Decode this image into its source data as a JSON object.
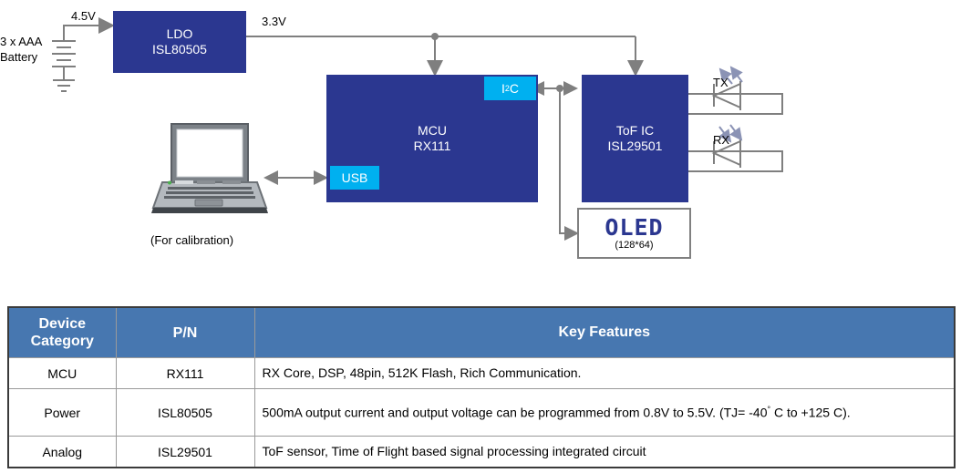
{
  "diagram": {
    "blocks": [
      {
        "id": "ldo",
        "line1": "LDO",
        "line2": "ISL80505"
      },
      {
        "id": "mcu",
        "line1": "MCU",
        "line2": "RX111"
      },
      {
        "id": "tof",
        "line1": "ToF IC",
        "line2": "ISL29501"
      }
    ],
    "badges": {
      "i2c_prefix": "I",
      "i2c_sup": "2",
      "i2c_suffix": "C",
      "usb": "USB"
    },
    "labels": {
      "v_in": "4.5V",
      "v_out": "3.3V",
      "battery": "3 x AAA Battery",
      "tx": "TX",
      "rx": "RX",
      "calibration": "(For calibration)"
    },
    "oled": {
      "text": "OLED",
      "resolution": "(128*64)"
    },
    "colors": {
      "block_blue": "#2b3790",
      "badge_cyan": "#00b0f0",
      "wire_gray": "#7f7f7f",
      "table_header_blue": "#4777b0"
    }
  },
  "table": {
    "headers": [
      "Device Category",
      "P/N",
      "Key Features"
    ],
    "header_cat_line1": "Device",
    "header_cat_line2": "Category",
    "rows": [
      {
        "category": "MCU",
        "pn": "RX111",
        "features_pre": "RX Core, DSP, 48pin, 512K Flash, Rich Communication.",
        "features_post": ""
      },
      {
        "category": "Power",
        "pn": "ISL80505",
        "features_pre": "500mA output current and output voltage can be programmed from 0.8V to 5.5V. (TJ= -40",
        "features_post": " C to +125 C)."
      },
      {
        "category": "Analog",
        "pn": "ISL29501",
        "features_pre": "ToF sensor, Time of Flight based signal processing integrated circuit",
        "features_post": ""
      }
    ]
  }
}
